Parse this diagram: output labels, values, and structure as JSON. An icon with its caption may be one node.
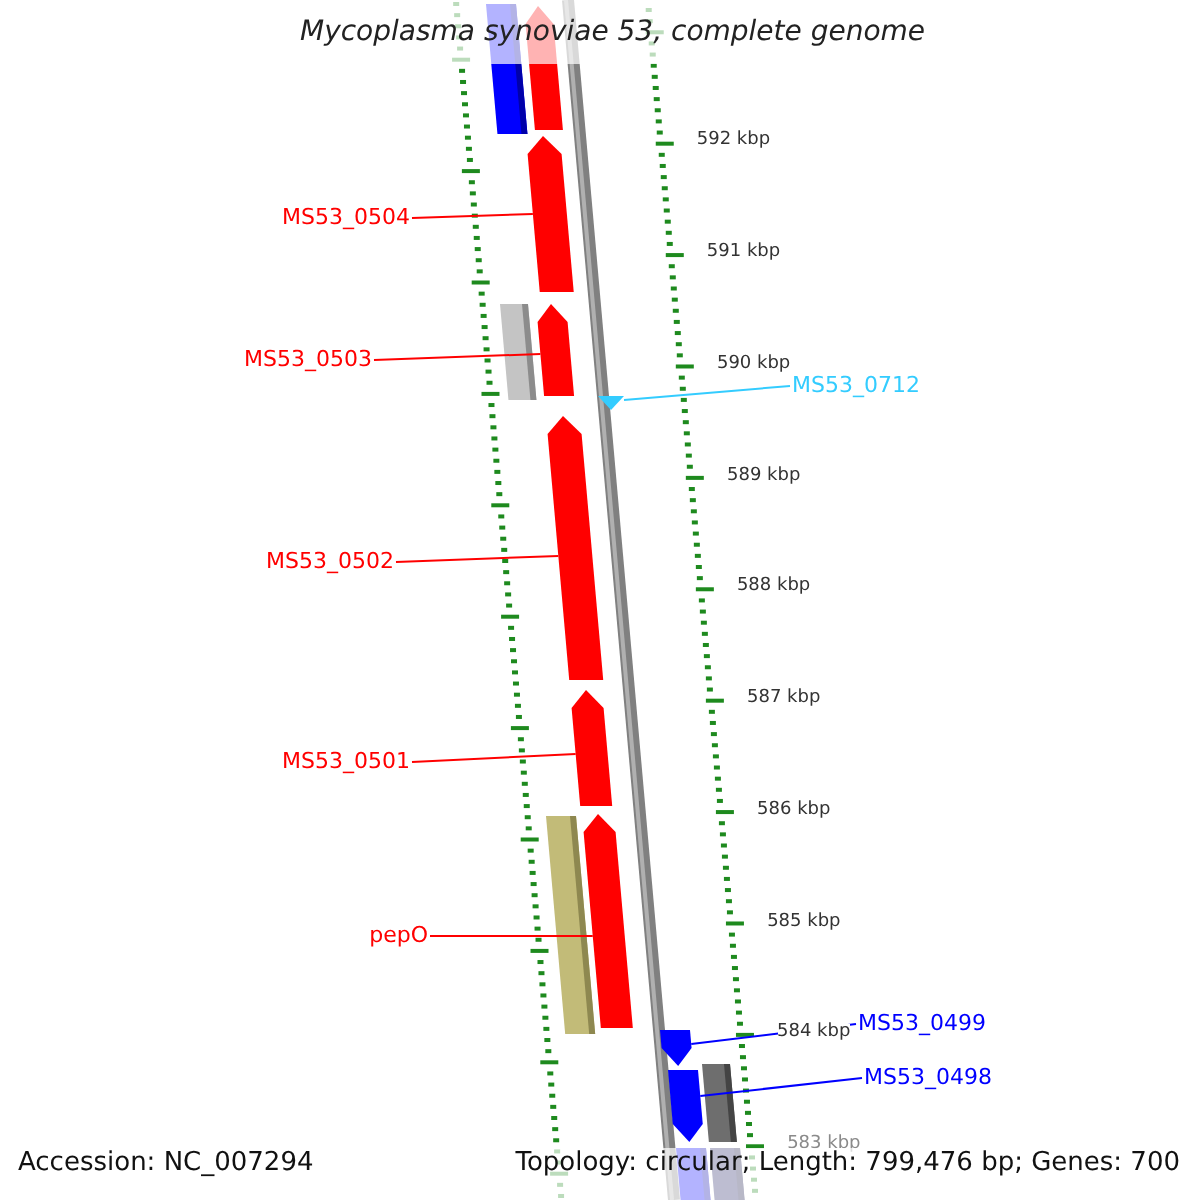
{
  "diagram": {
    "title": "Mycoplasma synoviae 53, complete genome",
    "nodes": [
      {
        "text": [],
        "shape": "bar"
      },
      {
        "text": [],
        "shape": "bar"
      },
      {
        "text": [],
        "shape": "bar"
      },
      {
        "text": [],
        "shape": "bar"
      },
      {
        "text": [],
        "shape": "bar"
      },
      {
        "text": [],
        "shape": "triangle"
      },
      {
        "text": [],
        "shape": "bar"
      },
      {
        "text": [],
        "shape": "bar"
      },
      {
        "text": [],
        "shape": "bar"
      },
      {
        "text": [],
        "shape": "bar"
      },
      {
        "text": [],
        "shape": "bar"
      },
      {
        "text": [],
        "shape": "bar"
      },
      {
        "text": [],
        "shape": "bar"
      },
      {
        "text": [],
        "shape": "bar"
      },
      {
        "text": [],
        "shape": "bar"
      },
      {
        "text": [
          "MS53_0504"
        ]
      },
      {
        "text": [
          "MS53_0503"
        ]
      },
      {
        "text": [
          "MS53_0712"
        ]
      },
      {
        "text": [
          "MS53_0502"
        ]
      },
      {
        "text": [
          "MS53_0501"
        ]
      },
      {
        "text": [
          "pepO"
        ]
      },
      {
        "text": [
          "MS53_0499"
        ]
      },
      {
        "text": [
          "MS53_0498"
        ]
      }
    ],
    "edges": [
      {
        "from": 15,
        "to": 2,
        "arrow": "none"
      },
      {
        "from": 16,
        "to": 4,
        "arrow": "none"
      },
      {
        "from": 17,
        "to": 5,
        "arrow": "none",
        "color": "#33ccff"
      },
      {
        "from": 18,
        "to": 6,
        "arrow": "none"
      },
      {
        "from": 19,
        "to": 7,
        "arrow": "none"
      },
      {
        "from": 20,
        "to": 8,
        "arrow": "none"
      },
      {
        "from": 21,
        "to": 10,
        "arrow": "none",
        "color": "#0000ff"
      },
      {
        "from": 22,
        "to": 12,
        "arrow": "none",
        "color": "#0000ff"
      }
    ],
    "labels": [
      "592 kbp",
      "591 kbp",
      "590 kbp",
      "589 kbp",
      "588 kbp",
      "587 kbp",
      "586 kbp",
      "585 kbp",
      "584 kbp",
      "583 kbp",
      "Accession: NC_007294",
      "Topology: circular; Length: 799,476 bp; Genes: 700"
    ]
  }
}
